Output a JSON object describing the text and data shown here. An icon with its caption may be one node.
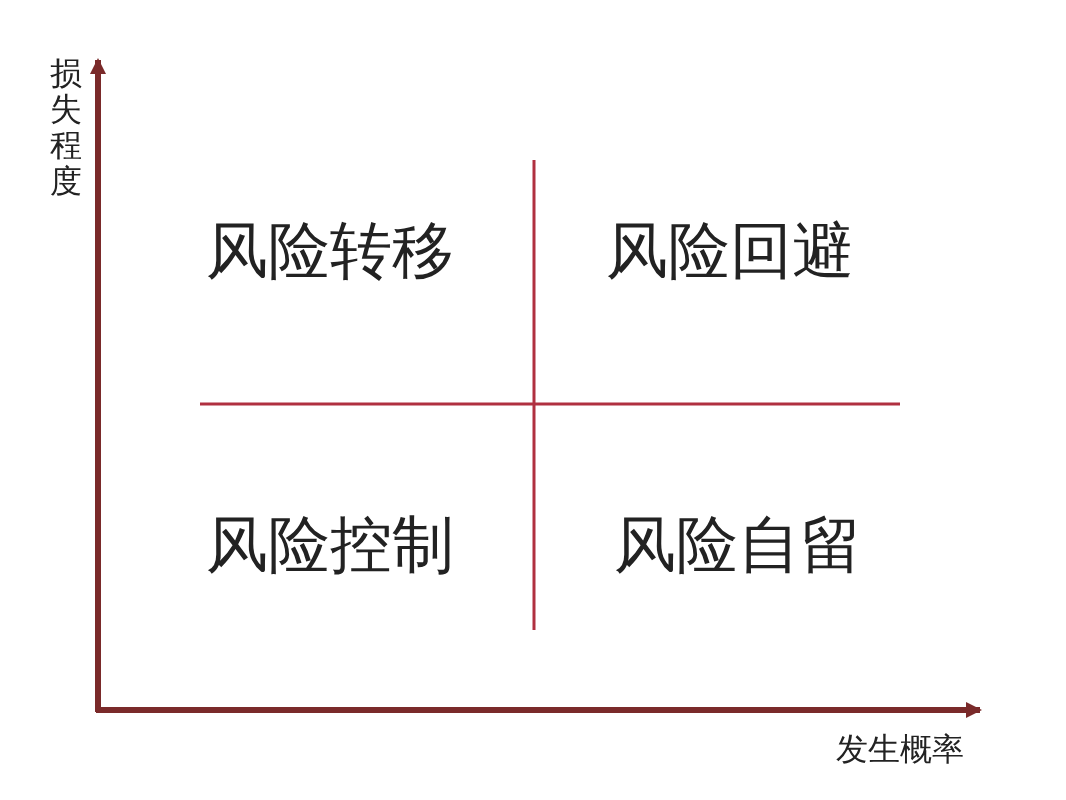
{
  "diagram": {
    "labels": [
      "损失程度",
      "风险转移",
      "风险回避",
      "风险控制",
      "风险自留",
      "发生概率"
    ]
  }
}
